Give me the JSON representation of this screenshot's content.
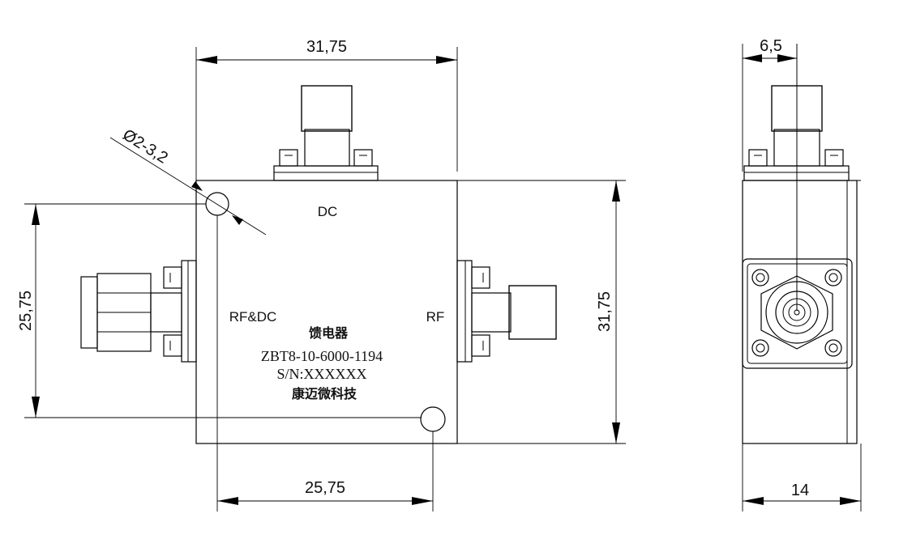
{
  "dimensions": {
    "top_width": "31,75",
    "left_height": "25,75",
    "right_height": "31,75",
    "bottom_width": "25,75",
    "hole": "Ø2-3,2",
    "side_offset": "6,5",
    "side_width": "14"
  },
  "ports": {
    "dc": "DC",
    "rf_dc": "RF&DC",
    "rf": "RF"
  },
  "label": {
    "name_cn": "馈电器",
    "model": "ZBT8-10-6000-1194",
    "serial": "S/N:XXXXXX",
    "company_cn": "康迈微科技"
  }
}
